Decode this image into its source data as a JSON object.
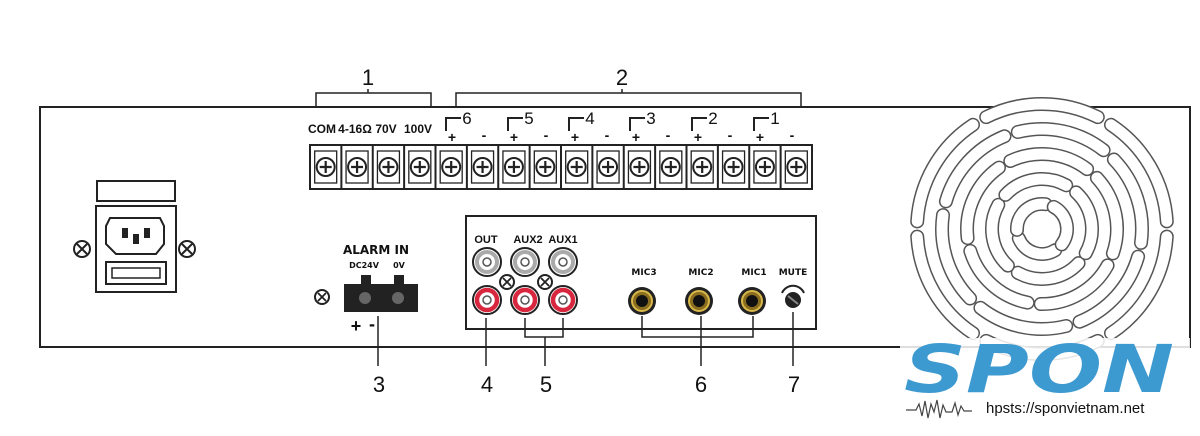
{
  "callouts": [
    "1",
    "2",
    "3",
    "4",
    "5",
    "6",
    "7"
  ],
  "speaker": {
    "labels": [
      "COM",
      "4-16Ω",
      "70V",
      "100V"
    ],
    "zones": [
      "6",
      "5",
      "4",
      "3",
      "2",
      "1"
    ],
    "plus": "+",
    "minus": "-"
  },
  "alarm": {
    "title": "ALARM IN",
    "dc": "DC24V",
    "zero": "0V",
    "plus": "+",
    "minus": "-"
  },
  "rca": {
    "out": "OUT",
    "aux2": "AUX2",
    "aux1": "AUX1"
  },
  "mics": [
    "MIC3",
    "MIC2",
    "MIC1"
  ],
  "mute": "MUTE",
  "brand": {
    "name": "SPON",
    "url": "hpsts://sponvietnam.net",
    "color": "#3d9ad1"
  }
}
